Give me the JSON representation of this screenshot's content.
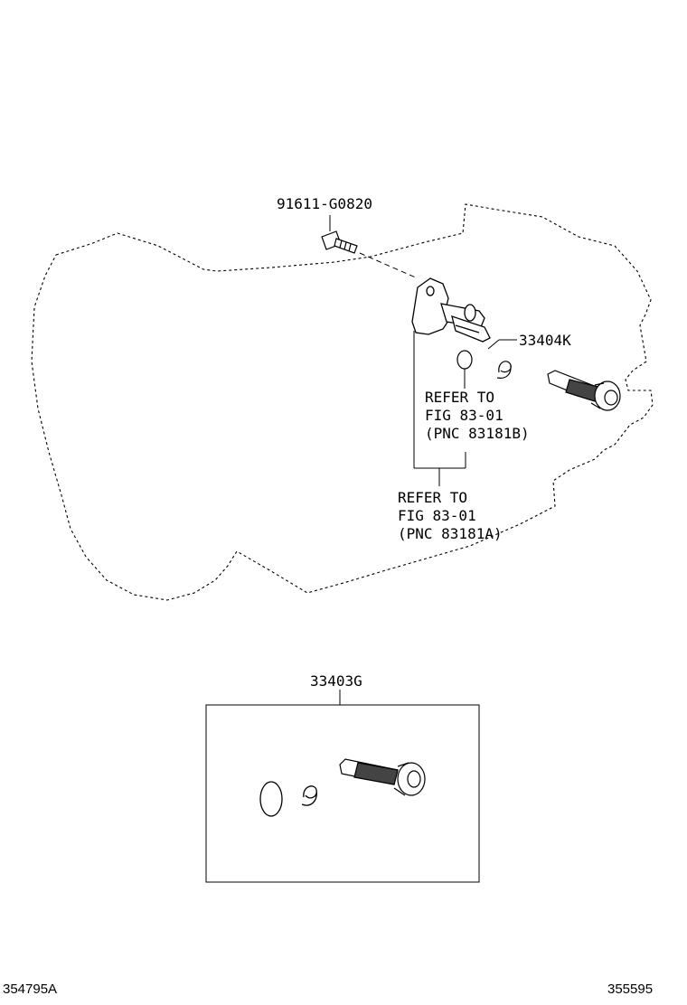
{
  "callouts": {
    "bolt_part": "91611-G0820",
    "gear_part": "33404K",
    "kit_part": "33403G",
    "refer_b": [
      "REFER TO",
      "FIG 83-01",
      "(PNC 83181B)"
    ],
    "refer_a": [
      "REFER TO",
      "FIG 83-01",
      "(PNC 83181A)"
    ]
  },
  "footer": {
    "left_code": "354795A",
    "right_code": "355595"
  }
}
